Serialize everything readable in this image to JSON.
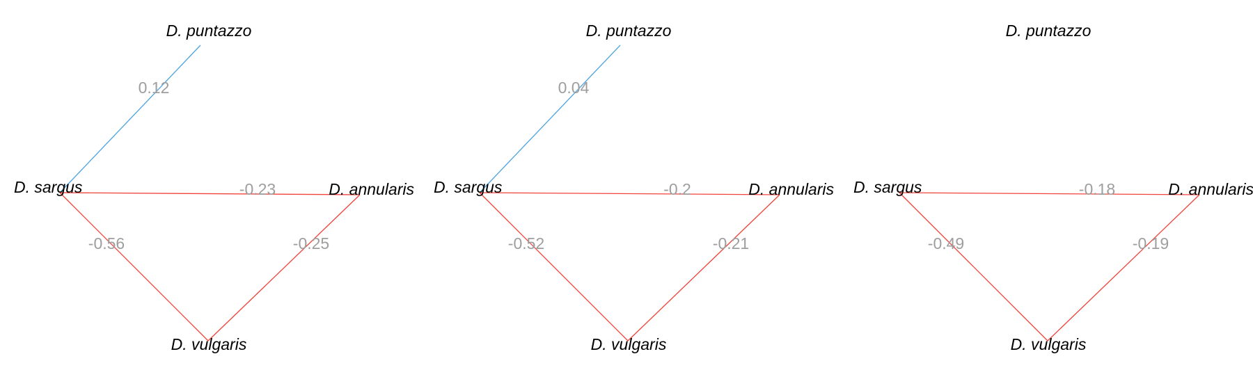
{
  "colors": {
    "positive_edge": "#4aa3df",
    "negative_edge": "#f0423a",
    "edge_label": "#9e9e9e",
    "node_label": "#000000"
  },
  "nodes": {
    "puntazzo": "D. puntazzo",
    "sargus": "D. sargus",
    "annularis": "D. annularis",
    "vulgaris": "D. vulgaris"
  },
  "networks": [
    {
      "edges": [
        {
          "from": "sargus",
          "to": "puntazzo",
          "weight": 0.12,
          "label": "0.12"
        },
        {
          "from": "sargus",
          "to": "annularis",
          "weight": -0.23,
          "label": "-0.23"
        },
        {
          "from": "sargus",
          "to": "vulgaris",
          "weight": -0.56,
          "label": "-0.56"
        },
        {
          "from": "annularis",
          "to": "vulgaris",
          "weight": -0.25,
          "label": "-0.25"
        }
      ]
    },
    {
      "edges": [
        {
          "from": "sargus",
          "to": "puntazzo",
          "weight": 0.04,
          "label": "0.04"
        },
        {
          "from": "sargus",
          "to": "annularis",
          "weight": -0.2,
          "label": "-0.2"
        },
        {
          "from": "sargus",
          "to": "vulgaris",
          "weight": -0.52,
          "label": "-0.52"
        },
        {
          "from": "annularis",
          "to": "vulgaris",
          "weight": -0.21,
          "label": "-0.21"
        }
      ]
    },
    {
      "edges": [
        {
          "from": "sargus",
          "to": "annularis",
          "weight": -0.18,
          "label": "-0.18"
        },
        {
          "from": "sargus",
          "to": "vulgaris",
          "weight": -0.49,
          "label": "-0.49"
        },
        {
          "from": "annularis",
          "to": "vulgaris",
          "weight": -0.19,
          "label": "-0.19"
        }
      ]
    }
  ]
}
